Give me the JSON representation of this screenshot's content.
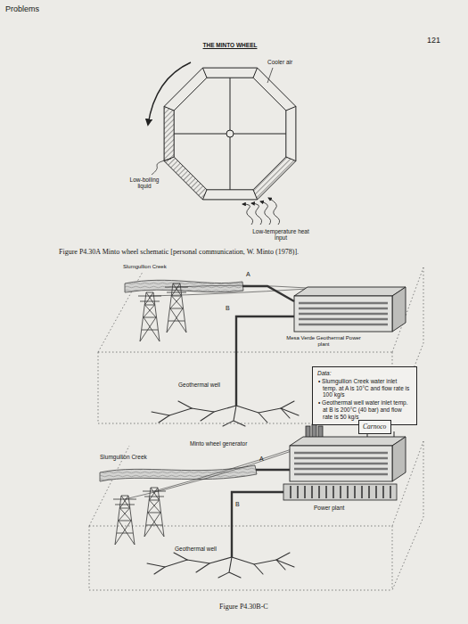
{
  "diagram": {
    "title": "THE MINTO WHEEL",
    "nodes": [
      {
        "text": [
          "Data:",
          "• Slumgullion Creek water inlet temp. at A is 10°C and flow rate is 100 kg/s",
          "• Geothermal well water inlet temp. at B is 200°C (40 bar) and flow rate is 50 kg/s"
        ]
      },
      {
        "text": [
          "Carnoco"
        ]
      }
    ],
    "labels": [
      "Problems",
      "121",
      "Cooler air",
      "Low-boiling liquid",
      "Low-temperature heat input",
      "Figure P4.30A Minto wheel schematic [personal communication, W. Minto (1978)].",
      "Slumgullion Creek",
      "A",
      "B",
      "Mesa Verde Geothermal Power plant",
      "Geothermal well",
      "Minto wheel generator",
      "Slumgullion Creek",
      "A",
      "B",
      "Power plant",
      "Geothermal well",
      "Figure P4.30B-C"
    ]
  }
}
